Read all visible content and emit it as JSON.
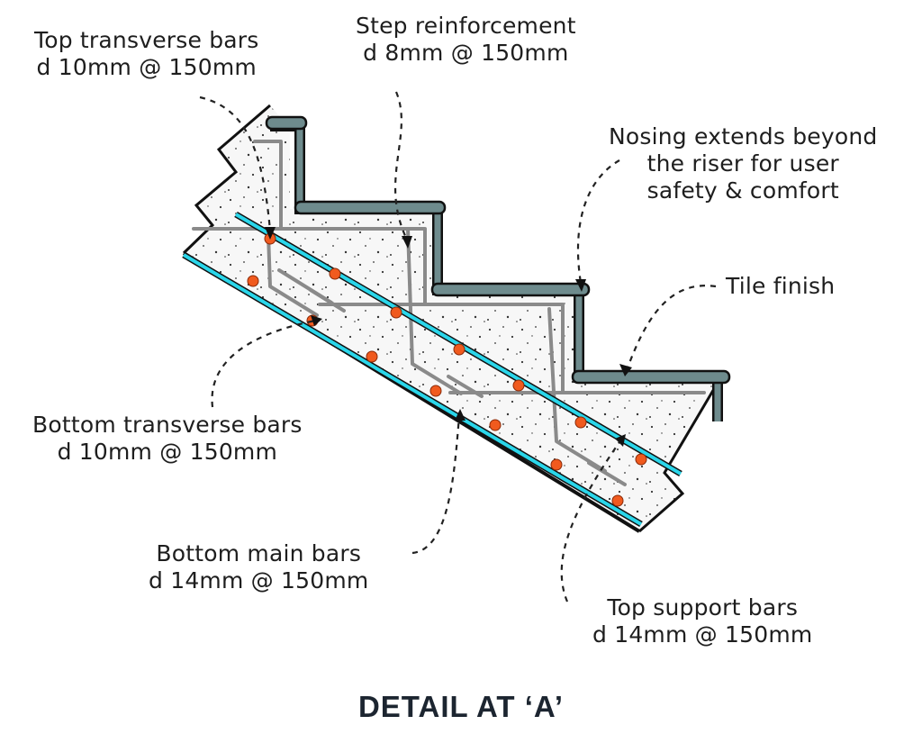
{
  "title": "DETAIL AT ‘A’",
  "colors": {
    "concrete": "#f7f7f7",
    "outline": "#111111",
    "tile": "#6e8b8d",
    "rebar_main": "#2ad6ea",
    "rebar_dot": "#f05a1e",
    "step_bar": "#8a8a8a"
  },
  "labels": {
    "top_transverse": {
      "line1": "Top transverse bars",
      "line2": "d 10mm @ 150mm"
    },
    "step_reinforcement": {
      "line1": "Step reinforcement",
      "line2": "d 8mm @ 150mm"
    },
    "nosing": {
      "line1": "Nosing extends beyond",
      "line2": "the riser for user",
      "line3": "safety & comfort"
    },
    "tile_finish": {
      "line1": "Tile finish"
    },
    "bottom_transverse": {
      "line1": "Bottom transverse bars",
      "line2": "d 10mm @ 150mm"
    },
    "bottom_main": {
      "line1": "Bottom main bars",
      "line2": "d 14mm @ 150mm"
    },
    "top_support": {
      "line1": "Top support bars",
      "line2": "d 14mm @ 150mm"
    }
  }
}
